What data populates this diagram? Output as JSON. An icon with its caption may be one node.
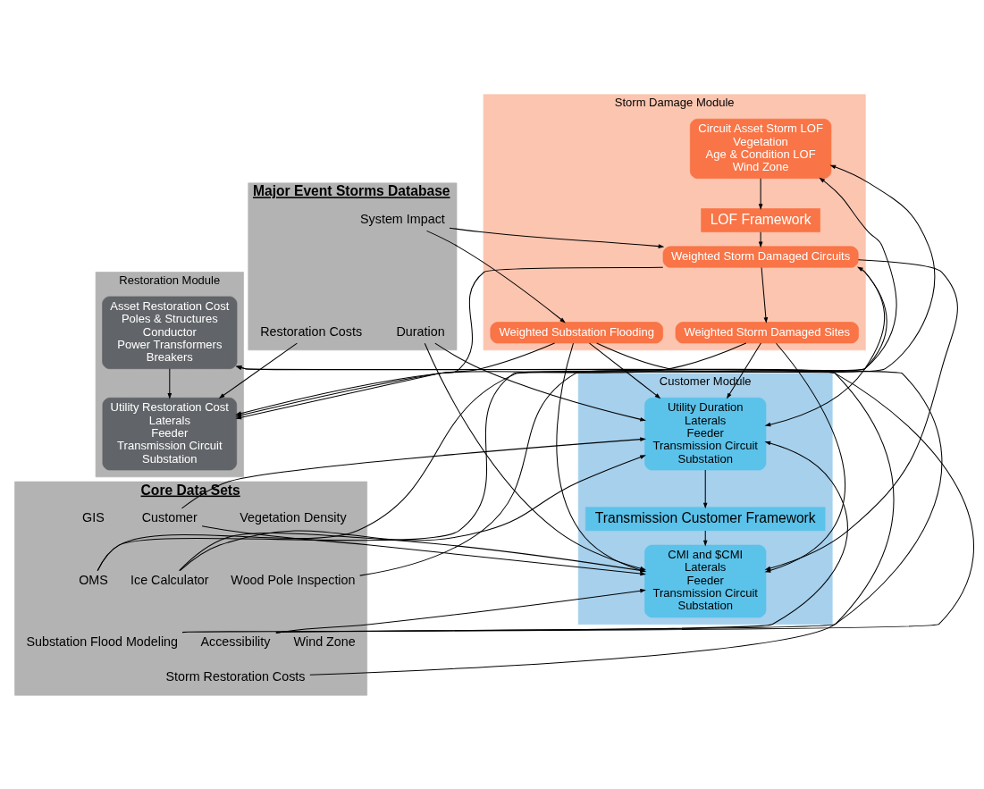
{
  "diagram": {
    "nodes": [
      {
        "text": [
          "Major Event Storms Database"
        ]
      },
      {
        "text": [
          "System Impact"
        ],
        "in": 0
      },
      {
        "text": [
          "Restoration Costs"
        ],
        "in": 0
      },
      {
        "text": [
          "Duration"
        ],
        "in": 0
      },
      {
        "text": [
          "Storm Damage Module"
        ]
      },
      {
        "text": [
          "Circuit Asset Storm LOF",
          "Vegetation",
          "Age & Condition LOF",
          "Wind Zone"
        ],
        "in": 4
      },
      {
        "text": [
          "LOF Framework"
        ],
        "in": 4
      },
      {
        "text": [
          "Weighted Storm Damaged Circuits"
        ],
        "in": 4
      },
      {
        "text": [
          "Weighted Storm Damaged Sites"
        ],
        "in": 4
      },
      {
        "text": [
          "Weighted Substation Flooding"
        ],
        "in": 4
      },
      {
        "text": [
          "Restoration Module"
        ]
      },
      {
        "text": [
          "Utility Restoration Cost",
          "Laterals",
          "Feeder",
          "Transmission Circuit",
          "Substation"
        ],
        "in": 10
      },
      {
        "text": [
          "Asset Restoration Cost",
          "Poles & Structures",
          "Conductor",
          "Power Transformers",
          "Breakers"
        ],
        "in": 10
      },
      {
        "text": [
          "Customer Module"
        ]
      },
      {
        "text": [
          "Utility Duration",
          "Laterals",
          "Feeder",
          "Transmission Circuit",
          "Substation"
        ],
        "in": 13
      },
      {
        "text": [
          "Transmission Customer Framework"
        ],
        "in": 13
      },
      {
        "text": [
          "CMI and $CMI",
          "Laterals",
          "Feeder",
          "Transmission Circuit",
          "Substation"
        ],
        "in": 13
      },
      {
        "text": [
          "Core Data Sets"
        ]
      },
      {
        "text": [
          "GIS"
        ],
        "in": 17
      },
      {
        "text": [
          "OMS"
        ],
        "in": 17
      },
      {
        "text": [
          "Substation Flood Modeling"
        ],
        "in": 17
      },
      {
        "text": [
          "Vegetation Density"
        ],
        "in": 17
      },
      {
        "text": [
          "Wood Pole Inspection"
        ],
        "in": 17
      },
      {
        "text": [
          "Wind Zone"
        ],
        "in": 17
      },
      {
        "text": [
          "Customer"
        ],
        "in": 17
      },
      {
        "text": [
          "Ice Calculator"
        ],
        "in": 17
      },
      {
        "text": [
          "Accessibility"
        ],
        "in": 17
      },
      {
        "text": [
          "Storm Restoration Costs"
        ],
        "in": 17
      }
    ],
    "edges": [
      {
        "from": 1,
        "to": 7,
        "arrow": "to"
      },
      {
        "from": 1,
        "to": 9,
        "arrow": "to"
      },
      {
        "from": 2,
        "to": 11,
        "arrow": "to"
      },
      {
        "from": 3,
        "to": 14,
        "arrow": "to"
      },
      {
        "from": 3,
        "to": 16,
        "arrow": "to"
      },
      {
        "from": 5,
        "to": 6,
        "arrow": "to"
      },
      {
        "from": 6,
        "to": 7,
        "arrow": "to"
      },
      {
        "from": 7,
        "to": 8,
        "arrow": "to"
      },
      {
        "from": 7,
        "to": 11,
        "arrow": "to"
      },
      {
        "from": 8,
        "to": 11,
        "arrow": "to"
      },
      {
        "from": 9,
        "to": 11,
        "arrow": "to"
      },
      {
        "from": 7,
        "to": 14,
        "arrow": "to"
      },
      {
        "from": 8,
        "to": 14,
        "arrow": "to"
      },
      {
        "from": 9,
        "to": 14,
        "arrow": "to"
      },
      {
        "from": 7,
        "to": 16,
        "arrow": "to"
      },
      {
        "from": 8,
        "to": 16,
        "arrow": "to"
      },
      {
        "from": 9,
        "to": 16,
        "arrow": "to"
      },
      {
        "from": 12,
        "to": 11,
        "arrow": "to"
      },
      {
        "from": 14,
        "to": 15,
        "arrow": "to"
      },
      {
        "from": 15,
        "to": 16,
        "arrow": "to"
      },
      {
        "from": 19,
        "to": 5,
        "arrow": "to"
      },
      {
        "from": 19,
        "to": 7,
        "arrow": "to"
      },
      {
        "from": 22,
        "to": 5,
        "arrow": "to"
      },
      {
        "from": 20,
        "to": 9,
        "arrow": "none"
      },
      {
        "from": 24,
        "to": 14,
        "arrow": "to"
      },
      {
        "from": 25,
        "to": 14,
        "arrow": "to"
      },
      {
        "from": 26,
        "to": 14,
        "arrow": "to"
      },
      {
        "from": 24,
        "to": 16,
        "arrow": "to"
      },
      {
        "from": 25,
        "to": 16,
        "arrow": "to"
      },
      {
        "from": 26,
        "to": 16,
        "arrow": "to"
      },
      {
        "from": 26,
        "to": 12,
        "arrow": "to"
      },
      {
        "from": 27,
        "to": 12,
        "arrow": "to"
      }
    ]
  }
}
